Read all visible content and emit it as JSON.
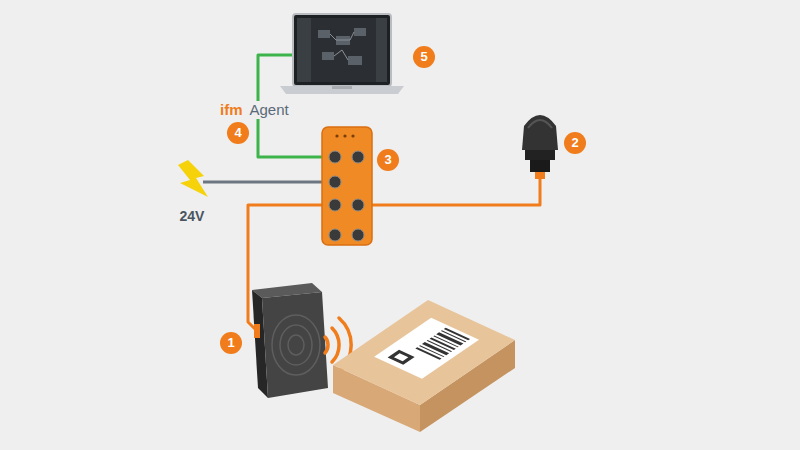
{
  "diagram": {
    "labels": [
      "5",
      "ifm",
      "Agent",
      "4",
      "2",
      "3",
      "24V",
      "1"
    ]
  }
}
